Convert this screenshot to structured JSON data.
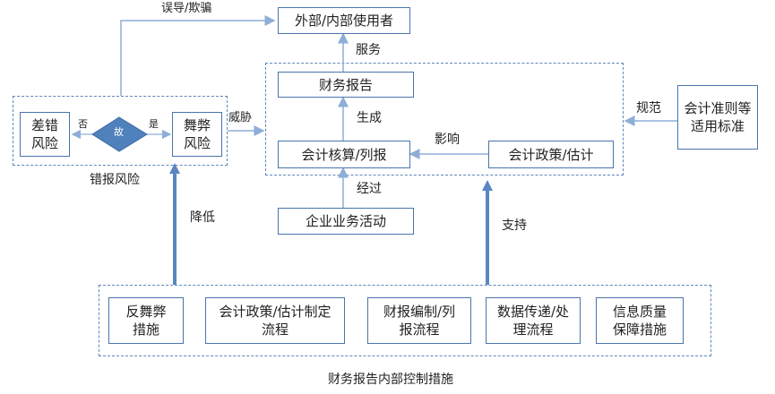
{
  "top_box": "外部/内部使用者",
  "fin_report": "财务报告",
  "accounting": "会计核算/列报",
  "policy": "会计政策/估计",
  "business": "企业业务活动",
  "standards": "会计准则等适用标准",
  "error_risk": "差错风险",
  "fraud_risk": "舞弊风险",
  "decision": "故",
  "no_label": "否",
  "yes_label": "是",
  "misreport_risk": "错报风险",
  "labels": {
    "mislead": "误导/欺骗",
    "service": "服务",
    "generate": "生成",
    "influence": "影响",
    "through": "经过",
    "threat": "威胁",
    "regulate": "规范",
    "reduce": "降低",
    "support": "支持"
  },
  "controls": [
    "反舞弊措施",
    "会计政策/估计制定流程",
    "财报编制/列报流程",
    "数据传递/处理流程",
    "信息质量保障措施"
  ],
  "controls_caption": "财务报告内部控制措施",
  "colors": {
    "border": "#4a74ad",
    "arrow": "#8eaed8",
    "thick_arrow": "#5b86c2",
    "diamond": "#4f81bd"
  }
}
